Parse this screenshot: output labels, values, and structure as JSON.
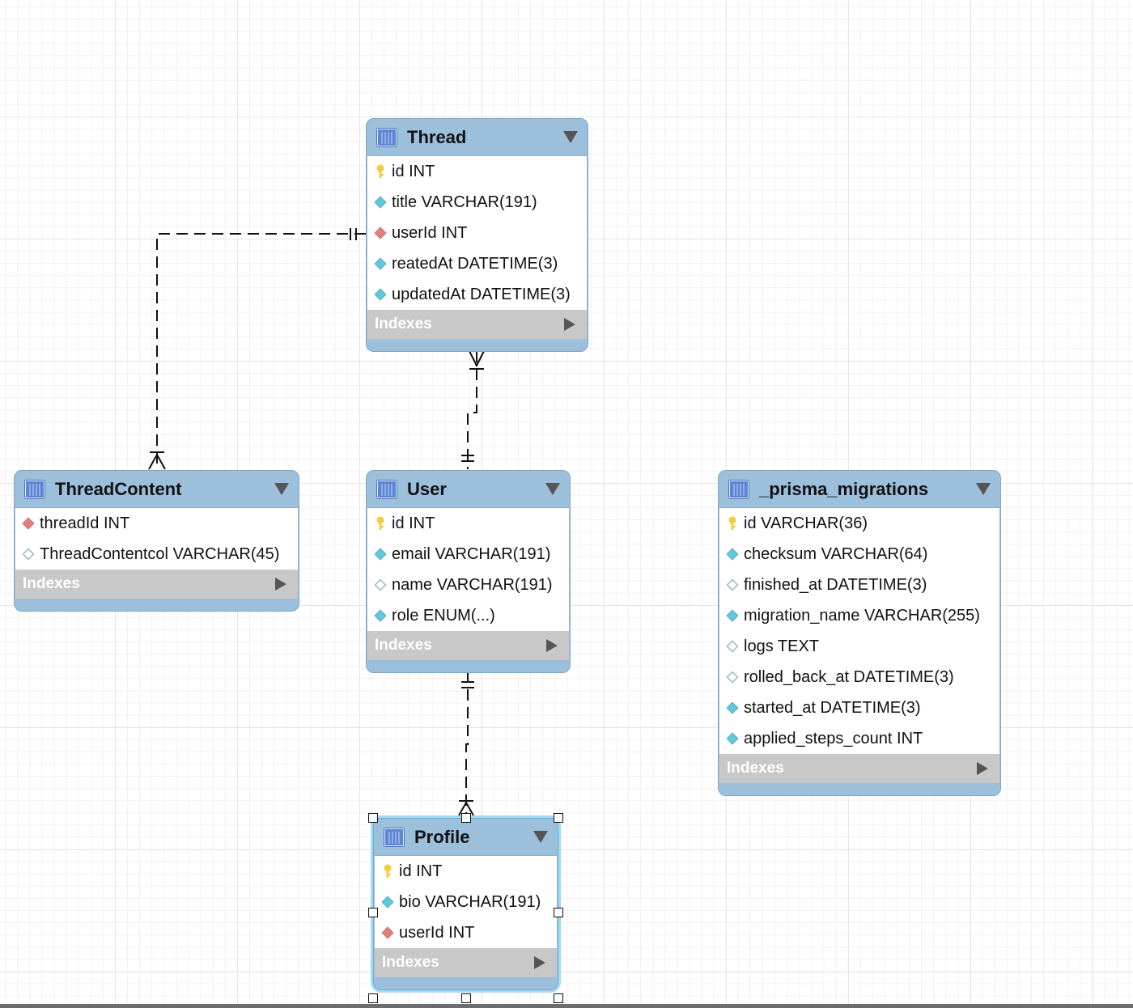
{
  "colors": {
    "header_blue": "#9cbfdc",
    "indexes_gray": "#c8c8c8",
    "pk_key": "#f4cd3a",
    "fk_diamond": "#e28080",
    "col_diamond": "#61c7da",
    "selection": "#9fdcf3"
  },
  "tables": [
    {
      "id": "thread",
      "name": "Thread",
      "columns": [
        {
          "label": "id INT",
          "icon": "key"
        },
        {
          "label": "title VARCHAR(191)",
          "icon": "filled"
        },
        {
          "label": "userId INT",
          "icon": "fk"
        },
        {
          "label": "reatedAt DATETIME(3)",
          "icon": "filled"
        },
        {
          "label": "updatedAt DATETIME(3)",
          "icon": "filled"
        }
      ],
      "indexes_label": "Indexes"
    },
    {
      "id": "threadcontent",
      "name": "ThreadContent",
      "columns": [
        {
          "label": "threadId INT",
          "icon": "fk"
        },
        {
          "label": "ThreadContentcol VARCHAR(45)",
          "icon": "empty"
        }
      ],
      "indexes_label": "Indexes"
    },
    {
      "id": "user",
      "name": "User",
      "columns": [
        {
          "label": "id INT",
          "icon": "key"
        },
        {
          "label": "email VARCHAR(191)",
          "icon": "filled"
        },
        {
          "label": "name VARCHAR(191)",
          "icon": "empty"
        },
        {
          "label": "role ENUM(...)",
          "icon": "filled"
        }
      ],
      "indexes_label": "Indexes"
    },
    {
      "id": "prisma_migrations",
      "name": "_prisma_migrations",
      "columns": [
        {
          "label": "id VARCHAR(36)",
          "icon": "key"
        },
        {
          "label": "checksum VARCHAR(64)",
          "icon": "filled"
        },
        {
          "label": "finished_at DATETIME(3)",
          "icon": "empty"
        },
        {
          "label": "migration_name VARCHAR(255)",
          "icon": "filled"
        },
        {
          "label": "logs TEXT",
          "icon": "empty"
        },
        {
          "label": "rolled_back_at DATETIME(3)",
          "icon": "empty"
        },
        {
          "label": "started_at DATETIME(3)",
          "icon": "filled"
        },
        {
          "label": "applied_steps_count INT",
          "icon": "filled"
        }
      ],
      "indexes_label": "Indexes"
    },
    {
      "id": "profile",
      "name": "Profile",
      "selected": true,
      "columns": [
        {
          "label": "id INT",
          "icon": "key"
        },
        {
          "label": "bio VARCHAR(191)",
          "icon": "filled"
        },
        {
          "label": "userId INT",
          "icon": "fk"
        }
      ],
      "indexes_label": "Indexes"
    }
  ],
  "relationships": [
    {
      "from": "Thread",
      "to": "ThreadContent",
      "from_cardinality": "one",
      "to_cardinality": "one-or-many"
    },
    {
      "from": "User",
      "to": "Thread",
      "from_cardinality": "one",
      "to_cardinality": "one-or-many"
    },
    {
      "from": "User",
      "to": "Profile",
      "from_cardinality": "one",
      "to_cardinality": "one-or-many"
    }
  ]
}
